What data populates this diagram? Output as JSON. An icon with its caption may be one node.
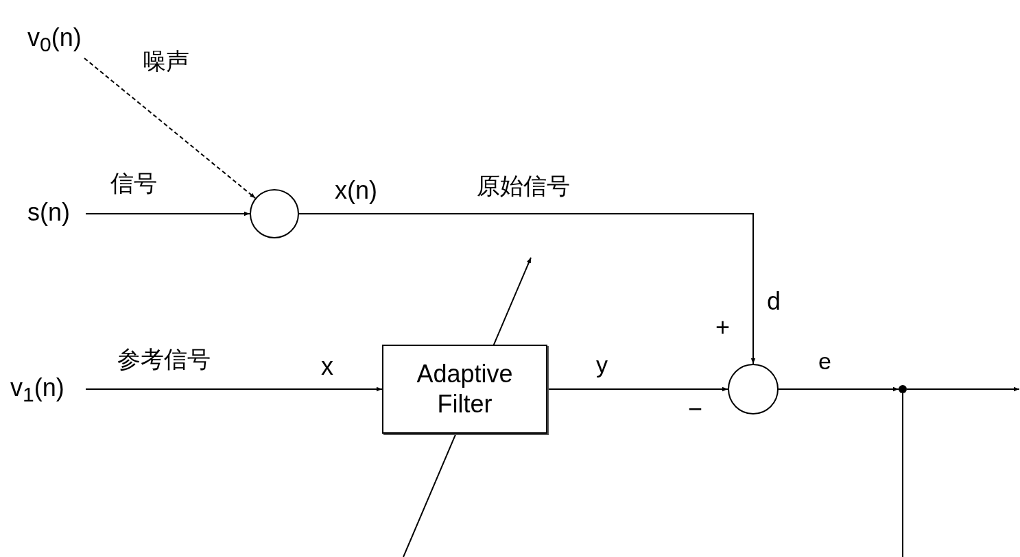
{
  "diagram": {
    "nodes": [
      {
        "text": [
          "v$_{0}$(n)"
        ]
      },
      {
        "text": [
          "s(n)"
        ]
      },
      {
        "text": [],
        "shape": "circle"
      },
      {
        "text": [
          "v$_{1}$(n)"
        ]
      },
      {
        "text": [
          "Adaptive Filter"
        ]
      },
      {
        "text": [],
        "shape": "circle"
      },
      {
        "text": [],
        "shape": "dot"
      }
    ],
    "edges": [
      {
        "from": 0,
        "to": 2,
        "arrow": "to",
        "label": "噪声",
        "style": "dashed"
      },
      {
        "from": 1,
        "to": 2,
        "arrow": "to",
        "label": "信号"
      },
      {
        "from": 2,
        "to": 5,
        "arrow": "to",
        "label": "原始信号"
      },
      {
        "from": 3,
        "to": 4,
        "arrow": "to",
        "label": "参考信号"
      },
      {
        "from": 4,
        "to": 5,
        "arrow": "to",
        "label": "y"
      },
      {
        "from": 5,
        "to": 6,
        "arrow": "to",
        "label": "e"
      },
      {
        "from": 6,
        "to": null,
        "arrow": "to"
      },
      {
        "from": 6,
        "to": null,
        "arrow": "none"
      }
    ],
    "labels": [
      "x(n)",
      "d",
      "+",
      "x",
      "−"
    ]
  }
}
